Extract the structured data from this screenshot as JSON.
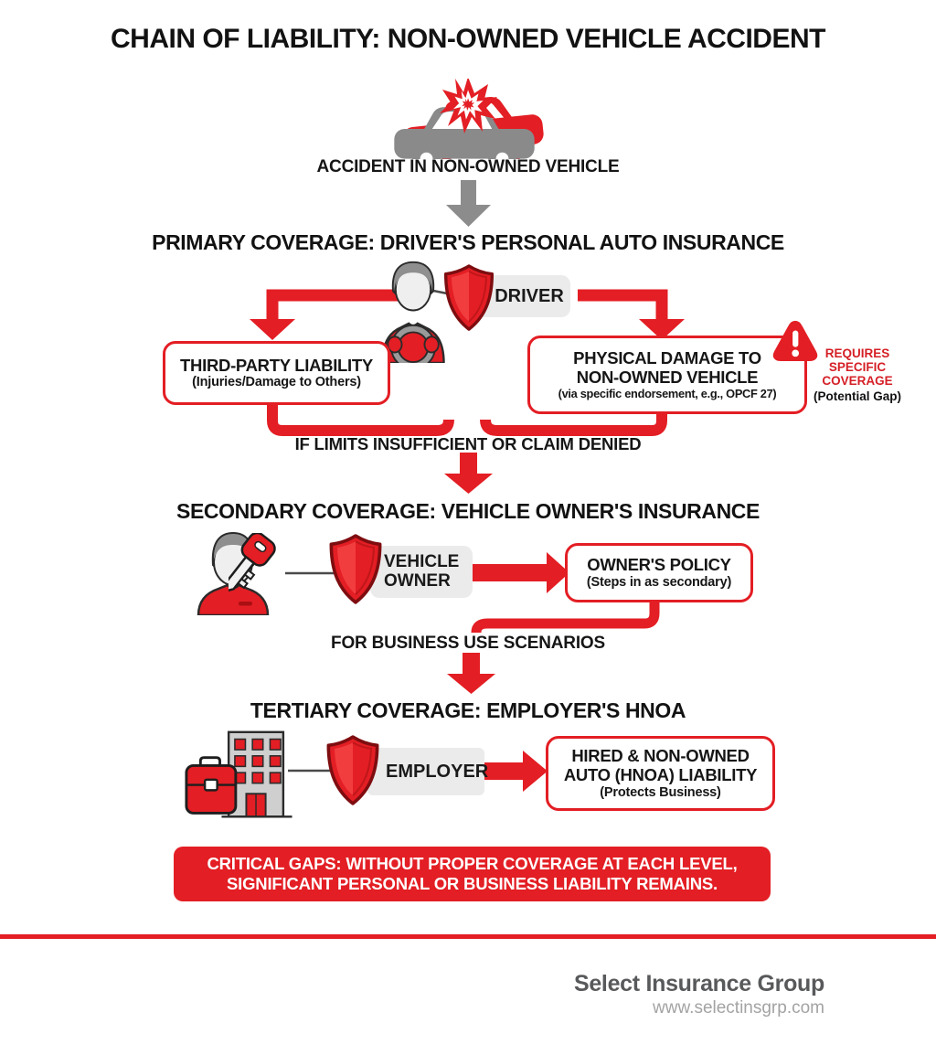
{
  "colors": {
    "red": "#E31E24",
    "gray": "#8C8C8C",
    "label_bg": "#EBEBEB"
  },
  "title": "CHAIN OF LIABILITY: NON-OWNED VEHICLE ACCIDENT",
  "accident": {
    "caption": "ACCIDENT IN NON-OWNED VEHICLE"
  },
  "primary": {
    "heading": "PRIMARY COVERAGE: DRIVER'S PERSONAL AUTO INSURANCE",
    "actor": "DRIVER",
    "third_party_box": {
      "title": "THIRD-PARTY LIABILITY",
      "subtitle": "(Injuries/Damage to Others)"
    },
    "physical_damage_box": {
      "line1": "PHYSICAL DAMAGE TO",
      "line2": "NON-OWNED VEHICLE",
      "subtitle": "(via specific endorsement, e.g., OPCF 27)"
    },
    "warning": {
      "line1": "REQUIRES",
      "line2": "SPECIFIC",
      "line3": "COVERAGE",
      "note": "(Potential Gap)"
    },
    "merge_caption": "IF LIMITS INSUFFICIENT OR CLAIM DENIED"
  },
  "secondary": {
    "heading": "SECONDARY COVERAGE: VEHICLE OWNER'S INSURANCE",
    "actor_line1": "VEHICLE",
    "actor_line2": "OWNER",
    "policy_box": {
      "title": "OWNER'S POLICY",
      "subtitle": "(Steps in as secondary)"
    },
    "transition_caption": "FOR BUSINESS USE SCENARIOS"
  },
  "tertiary": {
    "heading": "TERTIARY COVERAGE: EMPLOYER'S HNOA",
    "actor": "EMPLOYER",
    "hnoa_box": {
      "line1": "HIRED & NON-OWNED",
      "line2": "AUTO (HNOA) LIABILITY",
      "subtitle": "(Protects Business)"
    }
  },
  "banner": {
    "line1": "CRITICAL GAPS: WITHOUT PROPER COVERAGE AT EACH LEVEL,",
    "line2": "SIGNIFICANT PERSONAL OR BUSINESS LIABILITY REMAINS."
  },
  "footer": {
    "company": "Select Insurance Group",
    "website": "www.selectinsgrp.com"
  }
}
